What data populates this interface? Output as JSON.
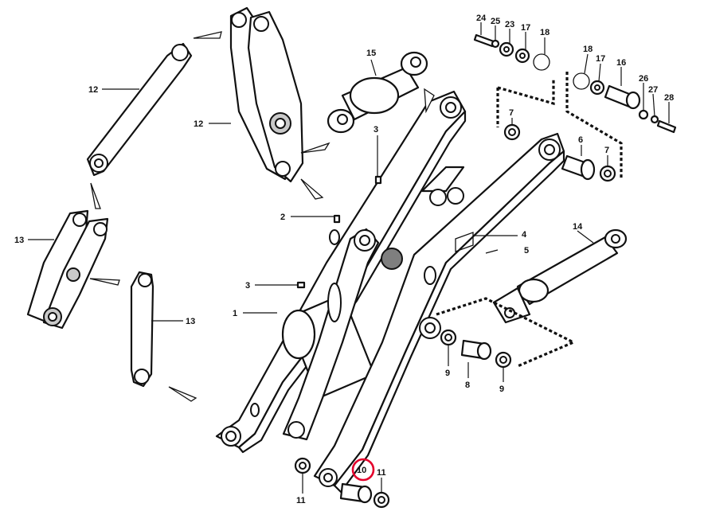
{
  "highlight_color": "#e4002b",
  "highlighted_part": "10",
  "callouts": [
    {
      "id": "c1",
      "text": "1"
    },
    {
      "id": "c2",
      "text": "2"
    },
    {
      "id": "c3a",
      "text": "3"
    },
    {
      "id": "c3b",
      "text": "3"
    },
    {
      "id": "c4",
      "text": "4"
    },
    {
      "id": "c5",
      "text": "5"
    },
    {
      "id": "c6",
      "text": "6"
    },
    {
      "id": "c7a",
      "text": "7"
    },
    {
      "id": "c7b",
      "text": "7"
    },
    {
      "id": "c8",
      "text": "8"
    },
    {
      "id": "c9a",
      "text": "9"
    },
    {
      "id": "c9b",
      "text": "9"
    },
    {
      "id": "c10",
      "text": "10"
    },
    {
      "id": "c11a",
      "text": "11"
    },
    {
      "id": "c11b",
      "text": "11"
    },
    {
      "id": "c12a",
      "text": "12"
    },
    {
      "id": "c12b",
      "text": "12"
    },
    {
      "id": "c13a",
      "text": "13"
    },
    {
      "id": "c13b",
      "text": "13"
    },
    {
      "id": "c14",
      "text": "14"
    },
    {
      "id": "c15",
      "text": "15"
    },
    {
      "id": "c16",
      "text": "16"
    },
    {
      "id": "c17a",
      "text": "17"
    },
    {
      "id": "c17b",
      "text": "17"
    },
    {
      "id": "c18a",
      "text": "18"
    },
    {
      "id": "c18b",
      "text": "18"
    },
    {
      "id": "c23",
      "text": "23"
    },
    {
      "id": "c24",
      "text": "24"
    },
    {
      "id": "c25",
      "text": "25"
    },
    {
      "id": "c26",
      "text": "26"
    },
    {
      "id": "c27",
      "text": "27"
    },
    {
      "id": "c28",
      "text": "28"
    }
  ]
}
